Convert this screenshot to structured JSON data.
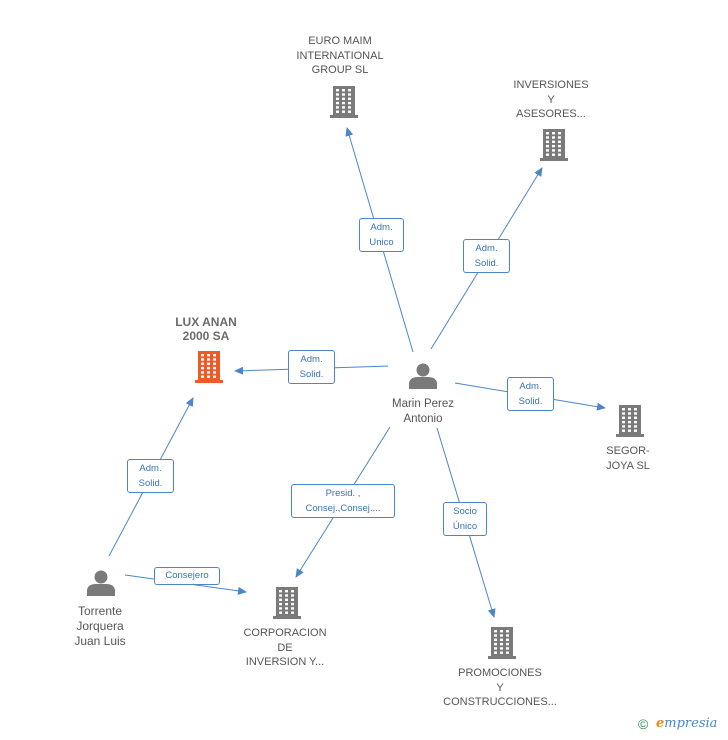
{
  "diagram": {
    "center_person": {
      "label": "Marin Perez\nAntonio",
      "icon": "person-icon"
    },
    "nodes": [
      {
        "id": "euro",
        "type": "company",
        "label": "EURO MAIM\nINTERNATIONAL\nGROUP SL",
        "icon": "building-icon"
      },
      {
        "id": "inversiones",
        "type": "company",
        "label": "INVERSIONES\nY\nASESORES...",
        "icon": "building-icon"
      },
      {
        "id": "lux",
        "type": "company",
        "label": "LUX ANAN\n2000 SA",
        "icon": "building-icon",
        "highlight_color": "#f05a28"
      },
      {
        "id": "segor",
        "type": "company",
        "label": "SEGOR-\nJOYA SL",
        "icon": "building-icon"
      },
      {
        "id": "corporacion",
        "type": "company",
        "label": "CORPORACION\nDE\nINVERSION Y...",
        "icon": "building-icon"
      },
      {
        "id": "promociones",
        "type": "company",
        "label": "PROMOCIONES\nY\nCONSTRUCCIONES...",
        "icon": "building-icon"
      },
      {
        "id": "torrente",
        "type": "person",
        "label": "Torrente\nJorquera\nJuan Luis",
        "icon": "person-icon"
      }
    ],
    "edges": [
      {
        "from": "marin",
        "to": "euro",
        "label": "Adm.\nUnico"
      },
      {
        "from": "marin",
        "to": "inversiones",
        "label": "Adm.\nSolid."
      },
      {
        "from": "marin",
        "to": "lux",
        "label": "Adm.\nSolid."
      },
      {
        "from": "marin",
        "to": "segor",
        "label": "Adm.\nSolid."
      },
      {
        "from": "marin",
        "to": "corporacion",
        "label": "Presid. ,\nConsej.,Consej...."
      },
      {
        "from": "marin",
        "to": "promociones",
        "label": "Socio\nÚnico"
      },
      {
        "from": "torrente",
        "to": "lux",
        "label": "Adm.\nSolid."
      },
      {
        "from": "torrente",
        "to": "corporacion",
        "label": "Consejero"
      }
    ],
    "colors": {
      "edge": "#4a86c8",
      "icon": "#7a7a7a",
      "highlight": "#f05a28"
    }
  },
  "footer": {
    "copyright_symbol": "©",
    "brand": "mpresia",
    "brand_initial": "e"
  }
}
